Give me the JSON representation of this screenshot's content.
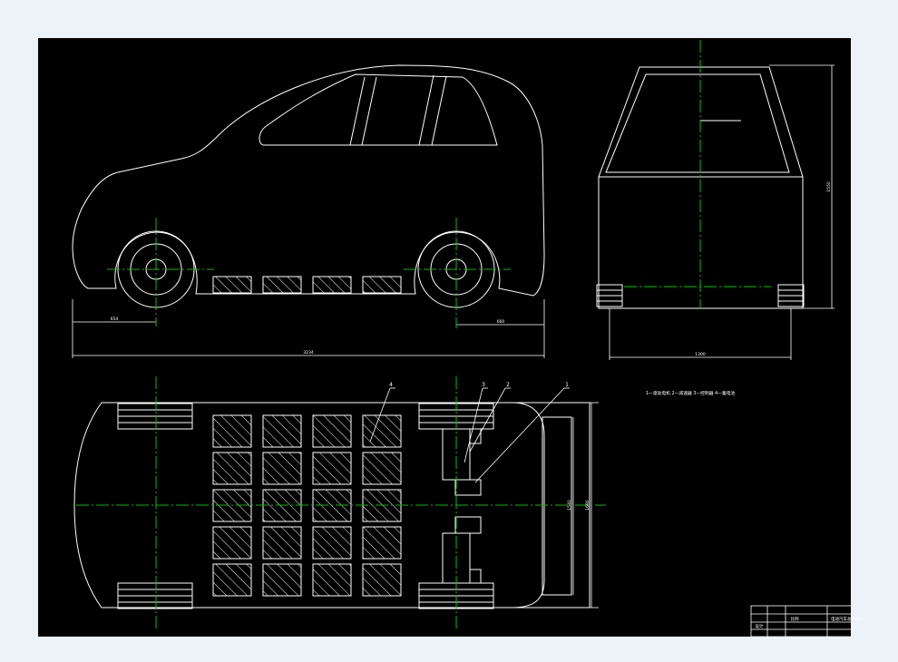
{
  "colors": {
    "page_background": "#edf1f8",
    "sheet_background": "#000000",
    "line": "#ffffff",
    "centerline": "#00c000"
  },
  "side_view": {
    "dim_front_wheel": "654",
    "dim_rear_wheel": "660",
    "dim_overall_length": "3234"
  },
  "rear_view": {
    "dim_track": "1300",
    "dim_height": "1550"
  },
  "top_view": {
    "callout_1": "1",
    "callout_2": "2",
    "callout_3": "3",
    "callout_4": "4",
    "dim_width_a": "1540",
    "dim_width_b": "1680"
  },
  "parts_note": "1—驱动电机 2—减速器 3—控制器 4—蓄电池",
  "title_block": {
    "scale_label": "比例",
    "drawing_title": "电动汽车总布置图",
    "designer_label": "设计"
  }
}
